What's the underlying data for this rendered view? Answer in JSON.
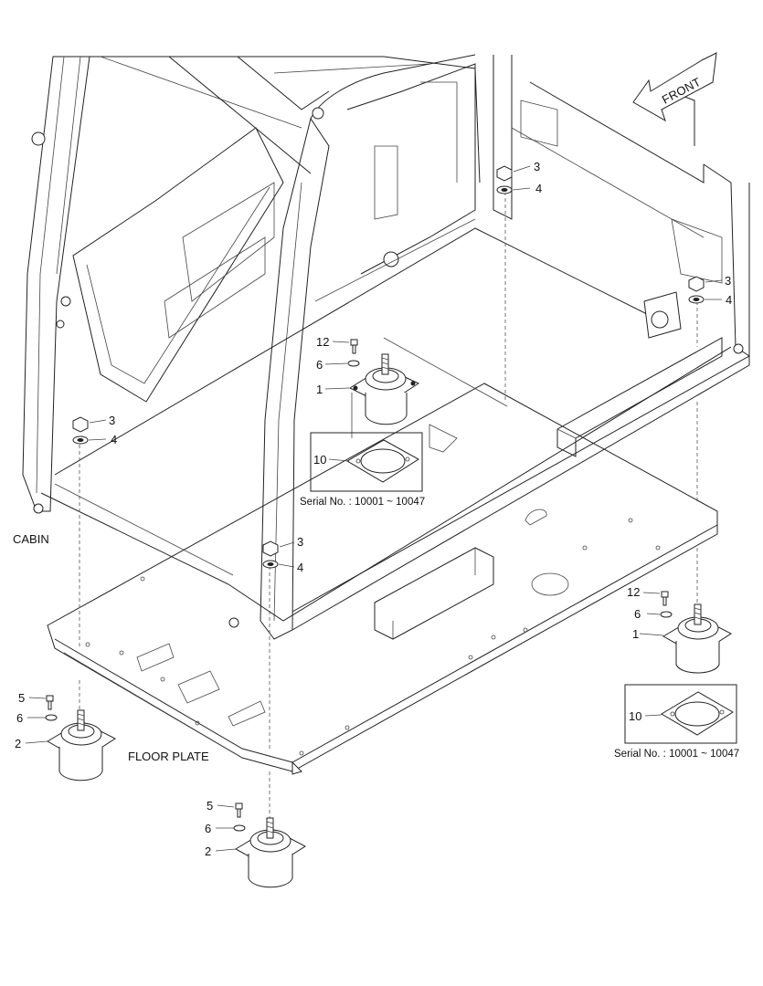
{
  "diagram": {
    "front_label": "FRONT",
    "cabin_label": "CABIN",
    "floor_plate_label": "FLOOR PLATE",
    "serial_note_1": "Serial No. : 10001 ~ 10047",
    "serial_note_2": "Serial No. : 10001 ~ 10047",
    "callouts": {
      "c3a": "3",
      "c4a": "4",
      "c3b": "3",
      "c4b": "4",
      "c3c": "3",
      "c4c": "4",
      "c3d": "3",
      "c4d": "4",
      "c12a": "12",
      "c6a": "6",
      "c1a": "1",
      "c10a": "10",
      "c12b": "12",
      "c6b": "6",
      "c1b": "1",
      "c10b": "10",
      "c5a": "5",
      "c6c": "6",
      "c2a": "2",
      "c5b": "5",
      "c6d": "6",
      "c2b": "2"
    }
  }
}
